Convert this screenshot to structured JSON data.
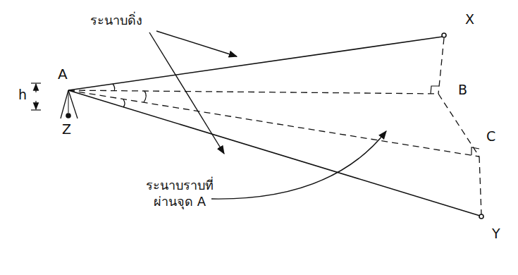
{
  "diagram": {
    "labels": [
      "ระนาบดิ่ง",
      "ระนาบราบที่ ผ่านจุด A",
      "A",
      "h",
      "Z",
      "X",
      "B",
      "C",
      "Y"
    ]
  }
}
